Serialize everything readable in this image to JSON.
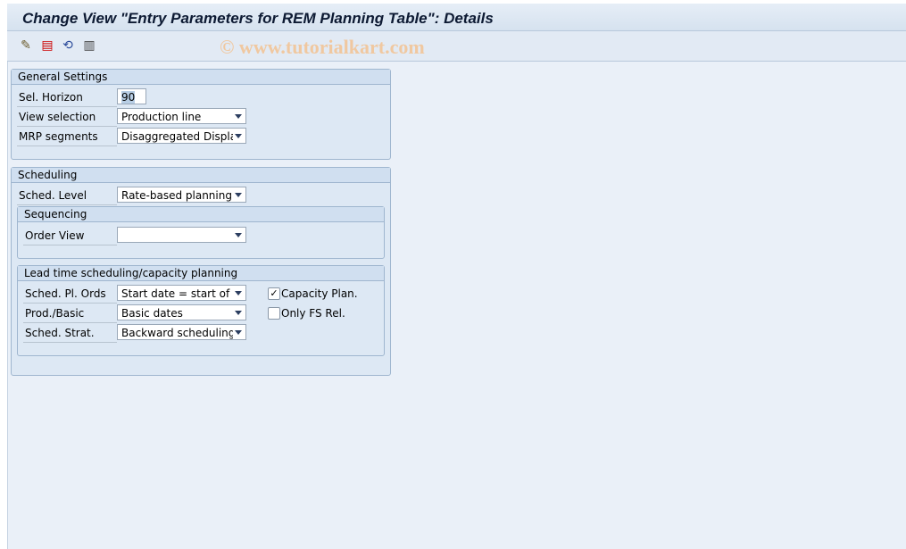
{
  "title": "Change View \"Entry Parameters for REM Planning Table\": Details",
  "toolbar": {
    "icons": [
      "display-change-icon",
      "save-icon",
      "undo-icon",
      "other-entry-icon"
    ]
  },
  "watermark": "© www.tutorialkart.com",
  "general": {
    "header": "General Settings",
    "sel_horizon": {
      "label": "Sel. Horizon",
      "value": "90"
    },
    "view_selection": {
      "label": "View selection",
      "value": "Production line"
    },
    "mrp_segments": {
      "label": "MRP segments",
      "value": "Disaggregated Display"
    }
  },
  "scheduling": {
    "header": "Scheduling",
    "sched_level": {
      "label": "Sched. Level",
      "value": "Rate-based planning"
    },
    "sequencing": {
      "header": "Sequencing",
      "order_view": {
        "label": "Order View",
        "value": ""
      }
    },
    "leadtime": {
      "header": "Lead time scheduling/capacity planning",
      "sched_pl_ords": {
        "label": "Sched. Pl. Ords",
        "value": "Start date = start of ..."
      },
      "prod_basic": {
        "label": "Prod./Basic",
        "value": "Basic dates"
      },
      "sched_strat": {
        "label": "Sched. Strat.",
        "value": "Backward scheduling"
      },
      "capacity_plan": {
        "label": "Capacity Plan.",
        "checked": true,
        "mark": "✓"
      },
      "only_fs_rel": {
        "label": "Only FS Rel.",
        "checked": false
      }
    }
  }
}
